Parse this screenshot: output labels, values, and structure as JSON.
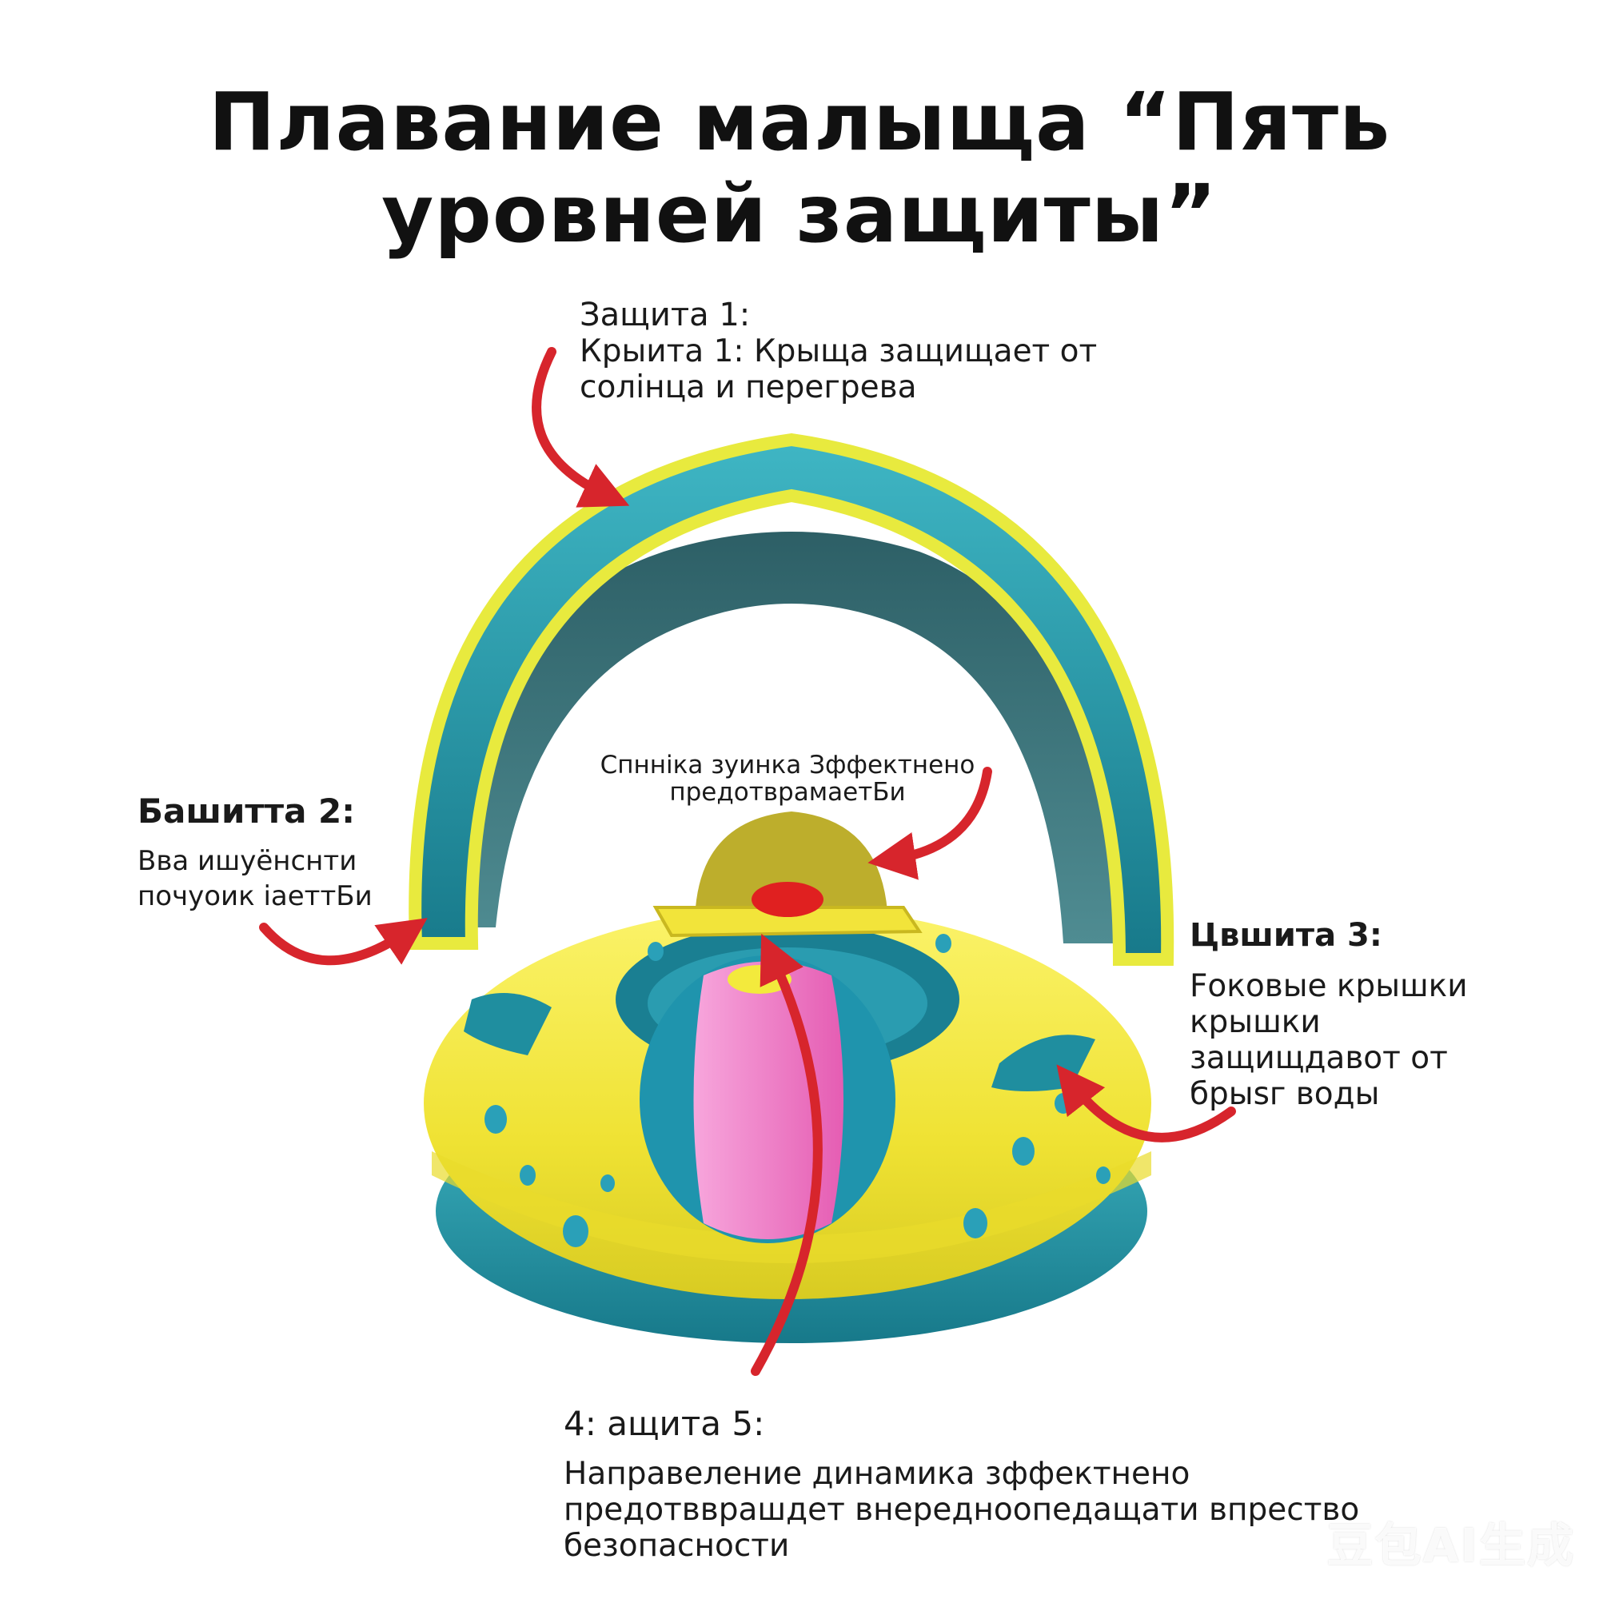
{
  "title": {
    "line1": "Плавание малыща “Пять",
    "line2": "уровней защиты”"
  },
  "protection_1": {
    "heading": "Защита 1:",
    "lines": [
      "Крыита 1: Крыща защищает от",
      "солінца и перегрева"
    ]
  },
  "protection_2": {
    "heading": "Башитта 2:",
    "lines": [
      "Вва ишуёнснти",
      "почуоик іаеттБи"
    ]
  },
  "protection_center": {
    "lines": [
      "Спнніка зуинка Зффектнено",
      "предотврамаетБи"
    ]
  },
  "protection_3": {
    "heading": "Цвшита 3:",
    "lines": [
      "Fоковые крышки",
      "крышки",
      "защищдавот от",
      "брыsг воды"
    ]
  },
  "protection_5": {
    "heading": "4: ащита 5:",
    "lines": [
      "Направеление динамика зффектнено",
      "предотвврашдет внередноопедащати впрество",
      "безопасности"
    ]
  },
  "watermark": "豆包AI生成",
  "colors": {
    "arrow": "#d7252c",
    "teal": "#1f8e9f",
    "yellow": "#f3ea3c",
    "pink": "#f07ac4",
    "red_button": "#e02020"
  },
  "icons": [
    "red-curved-arrow",
    "inflatable-baby-float-illustration"
  ]
}
